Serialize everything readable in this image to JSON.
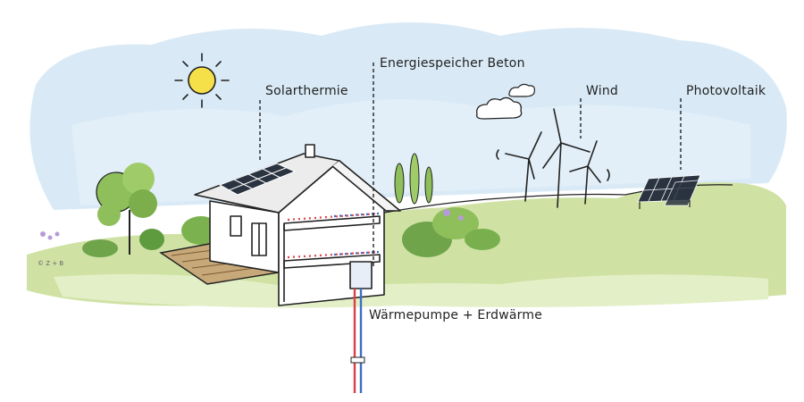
{
  "labels": {
    "solarthermie": "Solarthermie",
    "energiespeicher": "Energiespeicher Beton",
    "wind": "Wind",
    "photovoltaik": "Photovoltaik",
    "waermepumpe": "Wärmepumpe + Erdwärme"
  },
  "copyright": "© Z + B",
  "colors": {
    "sky": "#cfe3f3",
    "grass": "#c9de9a",
    "ink": "#222222",
    "sun": "#f6e04a",
    "pipe_hot": "#d9414a",
    "pipe_cold": "#3b6fc4"
  }
}
